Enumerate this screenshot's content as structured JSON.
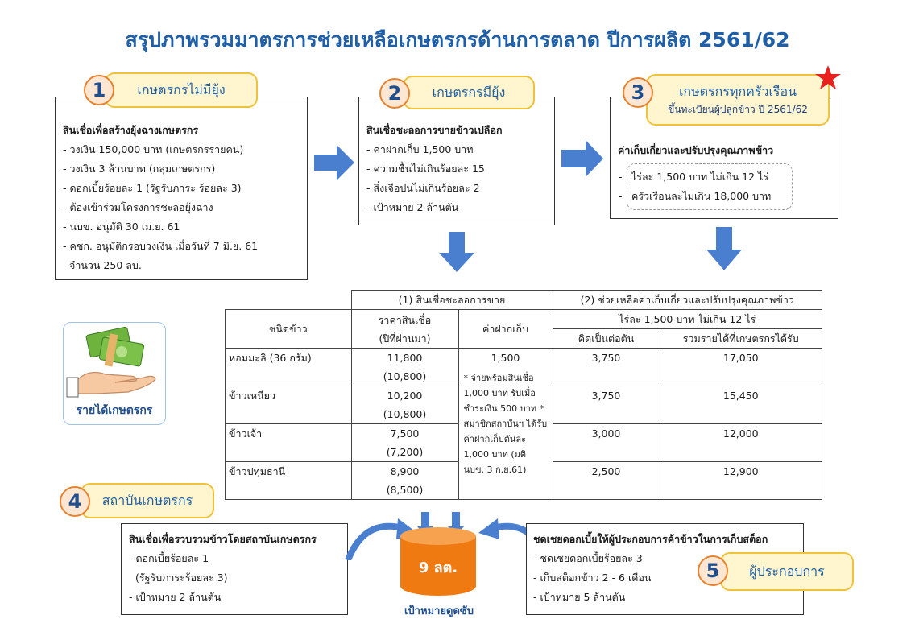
{
  "title": "สรุปภาพรวมมาตรการช่วยเหลือเกษตรกรด้านการตลาด ปีการผลิต 2561/62",
  "s1": {
    "num": "1",
    "label": "เกษตรกรไม่มียุ้ง",
    "heading": "สินเชื่อเพื่อสร้างยุ้งฉางเกษตรกร",
    "lines": [
      "- วงเงิน 150,000 บาท (เกษตรกรรายคน)",
      "- วงเงิน 3 ล้านบาท (กลุ่มเกษตรกร)",
      "- ดอกเบี้ยร้อยละ 1 (รัฐรับภาระ ร้อยละ 3)",
      "- ต้องเข้าร่วมโครงการชะลอยุ้งฉาง",
      "- นบข. อนุมัติ 30 เม.ย. 61",
      "- คชก. อนุมัติกรอบวงเงิน เมื่อวันที่ 7 มิ.ย. 61",
      "  จำนวน 250 ลบ."
    ]
  },
  "s2": {
    "num": "2",
    "label": "เกษตรกรมียุ้ง",
    "heading": "สินเชื่อชะลอการขายข้าวเปลือก",
    "lines": [
      "- ค่าฝากเก็บ 1,500 บาท",
      "- ความชื้นไม่เกินร้อยละ 15",
      "- สิ่งเจือปนไม่เกินร้อยละ 2",
      "- เป้าหมาย 2 ล้านตัน"
    ]
  },
  "s3": {
    "num": "3",
    "label": "เกษตรกรทุกครัวเรือน",
    "sublabel": "ขึ้นทะเบียนผู้ปลูกข้าว ปี 2561/62",
    "heading": "ค่าเก็บเกี่ยวและปรับปรุงคุณภาพข้าว",
    "lines": [
      "ไร่ละ 1,500 บาท ไม่เกิน 12 ไร่",
      "ครัวเรือนละไม่เกิน 18,000 บาท"
    ]
  },
  "income_label": "รายได้เกษตรกร",
  "table": {
    "group1": "(1) สินเชื่อชะลอการขาย",
    "group2": "(2) ช่วยเหลือค่าเก็บเกี่ยวและปรับปรุงคุณภาพข้าว",
    "col_type": "ชนิดข้าว",
    "col_price": "ราคาสินเชื่อ",
    "col_price2": "(ปีที่ผ่านมา)",
    "col_fee": "ค่าฝากเก็บ",
    "sub_rai": "ไร่ละ 1,500 บาท ไม่เกิน 12 ไร่",
    "col_perton": "คิดเป็นต่อตัน",
    "col_total": "รวมรายได้ที่เกษตรกรได้รับ",
    "fee": "1,500",
    "note": "* จ่ายพร้อมสินเชื่อ 1,000 บาท รับเมื่อชำระเงิน 500 บาท * สมาชิกสถาบันฯ ได้รับค่าฝากเก็บตันละ 1,000 บาท (มติ นบข. 3 ก.ย.61)",
    "rows": [
      {
        "type": "หอมมะลิ (36 กรัม)",
        "price": "11,800",
        "prev": "(10,800)",
        "perton": "3,750",
        "total": "17,050"
      },
      {
        "type": "ข้าวเหนียว",
        "price": "10,200",
        "prev": "(10,800)",
        "perton": "3,750",
        "total": "15,450"
      },
      {
        "type": "ข้าวเจ้า",
        "price": "7,500",
        "prev": "(7,200)",
        "perton": "3,000",
        "total": "12,000"
      },
      {
        "type": "ข้าวปทุมธานี",
        "price": "8,900",
        "prev": "(8,500)",
        "perton": "2,500",
        "total": "12,900"
      }
    ]
  },
  "s4": {
    "num": "4",
    "label": "สถาบันเกษตรกร",
    "heading": "สินเชื่อเพื่อรวบรวมข้าวโดยสถาบันเกษตรกร",
    "lines": [
      "- ดอกเบี้ยร้อยละ 1",
      "  (รัฐรับภาระร้อยละ 3)",
      "- เป้าหมาย 2 ล้านตัน"
    ]
  },
  "target": {
    "value": "9 ลต.",
    "caption": "เป้าหมายดูดซับ"
  },
  "s5": {
    "num": "5",
    "label": "ผู้ประกอบการ",
    "heading": "ชดเชยดอกเบี้ยให้ผู้ประกอบการค้าข้าวในการเก็บสต็อก",
    "lines": [
      "- ชดเชยดอกเบี้ยร้อยละ 3",
      "- เก็บสต็อกข้าว 2 - 6 เดือน",
      "- เป้าหมาย 5 ล้านตัน"
    ]
  },
  "colors": {
    "title": "#1f5fa8",
    "arrow": "#4a7fd0",
    "pill_fill": "#fff5cf",
    "pill_border": "#f0c23a",
    "circle_border": "#e8822e",
    "cylinder": "#f07a12",
    "star": "#e8201e"
  }
}
